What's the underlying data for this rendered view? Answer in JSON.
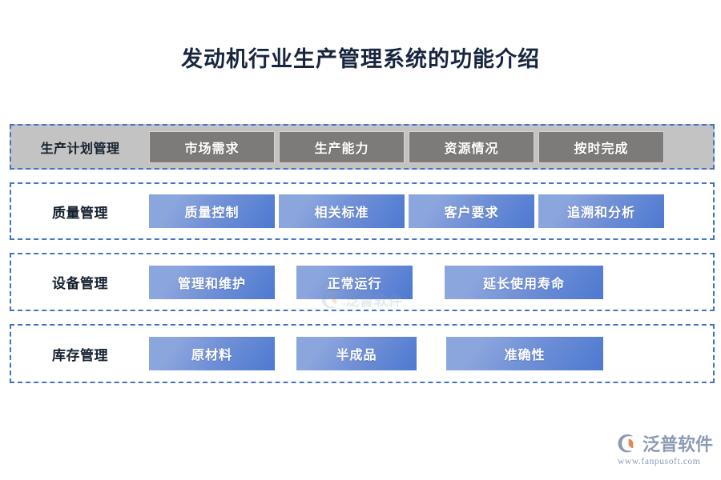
{
  "page": {
    "title": "发动机行业生产管理系统的功能介绍",
    "background_color": "#ffffff",
    "title_color": "#17253f"
  },
  "theme": {
    "row_border_color": "#4472c4",
    "row1_background": "#c3c3c3",
    "row1_item_color": "#7d7b79",
    "blue_item_gradient_from": "#8ba5dd",
    "blue_item_gradient_to": "#4d79d1",
    "item_text_color": "#ffffff"
  },
  "rows": [
    {
      "label": "生产计划管理",
      "style": "gray",
      "items": [
        {
          "label": "市场需求"
        },
        {
          "label": "生产能力"
        },
        {
          "label": "资源情况"
        },
        {
          "label": "按时完成"
        }
      ]
    },
    {
      "label": "质量管理",
      "style": "blue",
      "items": [
        {
          "label": "质量控制"
        },
        {
          "label": "相关标准"
        },
        {
          "label": "客户要求"
        },
        {
          "label": "追溯和分析"
        }
      ]
    },
    {
      "label": "设备管理",
      "style": "blue",
      "items": [
        {
          "label": "管理和维护"
        },
        {
          "label": "正常运行"
        },
        {
          "label": "延长使用寿命"
        }
      ]
    },
    {
      "label": "库存管理",
      "style": "blue",
      "items": [
        {
          "label": "原材料"
        },
        {
          "label": "半成品"
        },
        {
          "label": "准确性"
        }
      ]
    }
  ],
  "watermark": {
    "text": "泛普软件",
    "url": "www.fanpusoft.com"
  },
  "logo": {
    "name": "泛普软件",
    "url": "www.fanpusoft.com",
    "mark_color_left": "#8a98b3",
    "mark_color_accent": "#e08a5a"
  }
}
